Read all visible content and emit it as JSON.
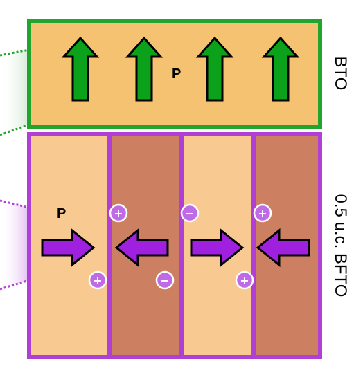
{
  "top_layer": {
    "label": "BTO",
    "polarization_label": "P",
    "fill_color": "#f5c272",
    "border_color": "#22a52c",
    "arrow_color": "#0ca11a",
    "arrow_count": 4,
    "arrow_direction": "up"
  },
  "bottom_layer": {
    "label": "0.5 u.c. BFTO",
    "polarization_label": "P",
    "border_color": "#b03fd6",
    "arrow_color": "#a020e0",
    "domain_colors": [
      "#f8ca91",
      "#cd8061",
      "#f8ca91",
      "#cd8061"
    ],
    "arrow_directions": [
      "right",
      "left",
      "right",
      "left"
    ],
    "charges": [
      {
        "sign": "+",
        "boundary": 1,
        "position": "upper"
      },
      {
        "sign": "+",
        "boundary": 1,
        "position": "lower"
      },
      {
        "sign": "−",
        "boundary": 2,
        "position": "upper"
      },
      {
        "sign": "−",
        "boundary": 2,
        "position": "lower"
      },
      {
        "sign": "+",
        "boundary": 3,
        "position": "upper"
      },
      {
        "sign": "+",
        "boundary": 3,
        "position": "lower"
      }
    ],
    "charge_color": "#c06be6"
  },
  "connectors": {
    "top_color": "#22a52c",
    "bottom_color": "#b03fd6"
  }
}
